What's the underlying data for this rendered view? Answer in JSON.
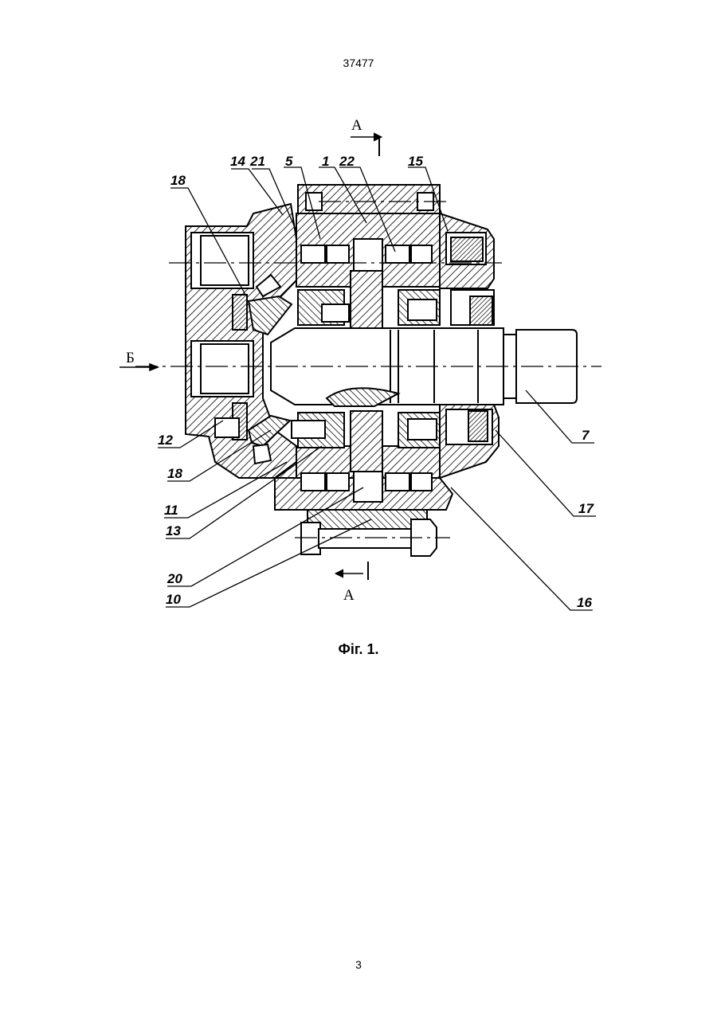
{
  "document": {
    "number": "37477",
    "page": "3",
    "figure_caption": "Фіг. 1."
  },
  "drawing": {
    "section_marks": {
      "top": "А",
      "bottom": "А",
      "view": "Б"
    },
    "part_labels": {
      "p14": "14",
      "p21": "21",
      "p5": "5",
      "p1": "1",
      "p22": "22",
      "p15": "15",
      "p18_top": "18",
      "p12": "12",
      "p18_bottom": "18",
      "p11": "11",
      "p13": "13",
      "p20": "20",
      "p10": "10",
      "p7": "7",
      "p17": "17",
      "p16": "16"
    }
  }
}
